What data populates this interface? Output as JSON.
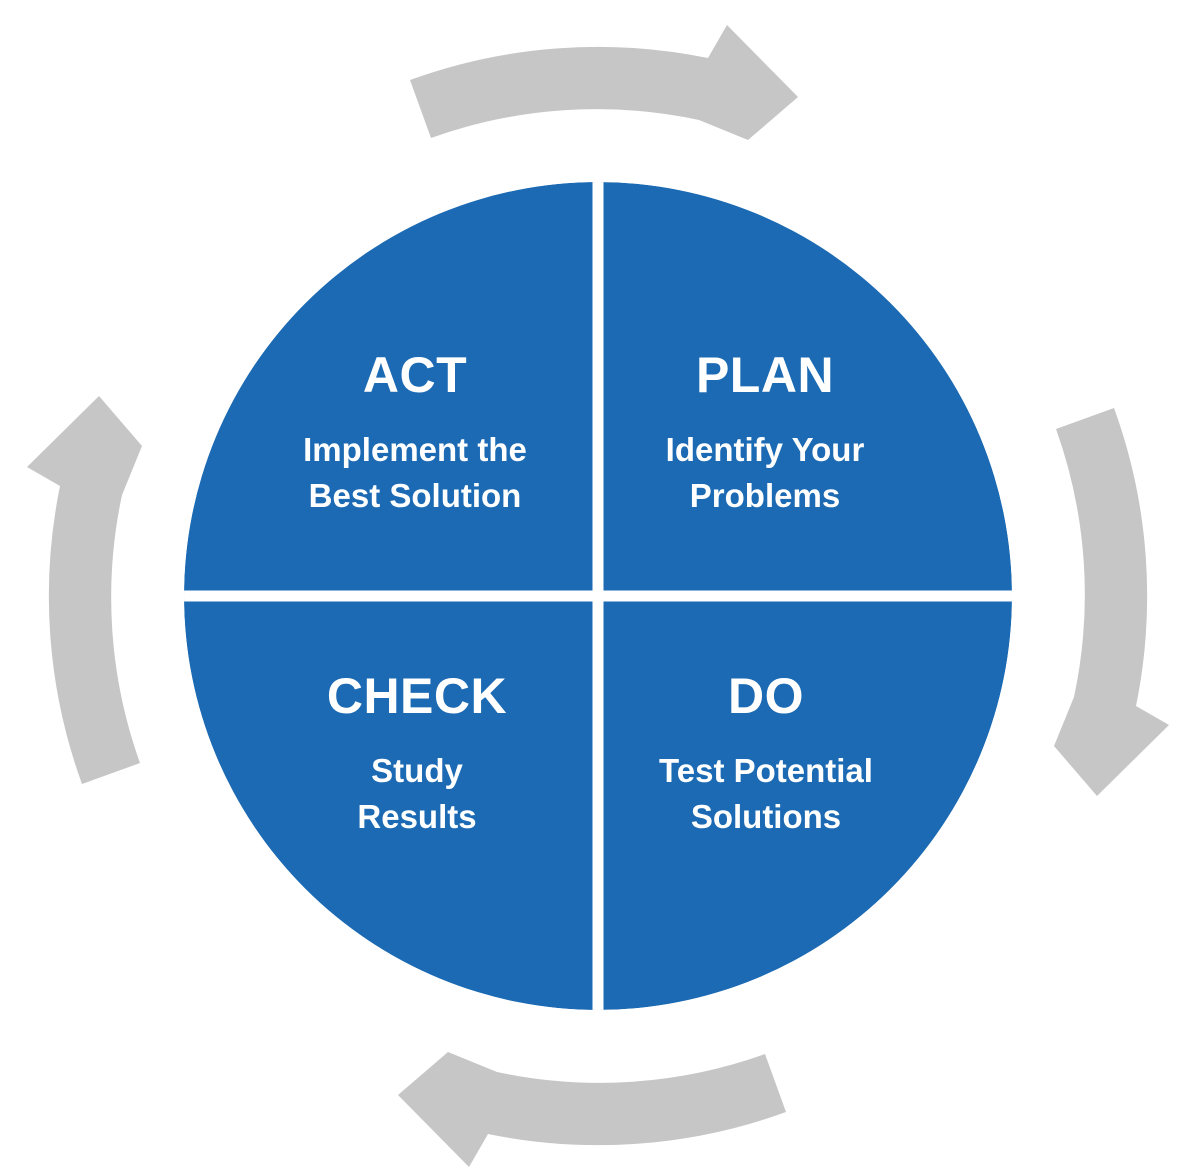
{
  "diagram": {
    "type": "pdca-cycle",
    "colors": {
      "circle_blue": "#1B6AB3",
      "divider_white": "#FFFFFF",
      "arrow_gray": "#C6C6C6",
      "text_white": "#FFFFFF",
      "background": "#FFFFFF"
    },
    "icons": {
      "top": "clockwise-arrow-top",
      "right": "clockwise-arrow-right",
      "bottom": "clockwise-arrow-bottom",
      "left": "clockwise-arrow-left"
    },
    "quadrants": {
      "act": {
        "title": "ACT",
        "subtitle": "Implement the\nBest Solution"
      },
      "plan": {
        "title": "PLAN",
        "subtitle": "Identify Your\nProblems"
      },
      "check": {
        "title": "CHECK",
        "subtitle": "Study\nResults"
      },
      "do": {
        "title": "DO",
        "subtitle": "Test Potential\nSolutions"
      }
    }
  }
}
